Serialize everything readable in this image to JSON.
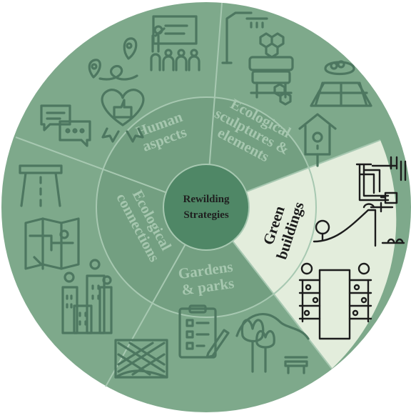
{
  "center": {
    "line1": "Rewilding",
    "line2": "Strategies"
  },
  "segments": [
    {
      "id": "human-aspects",
      "line1": "Human",
      "line2": "aspects",
      "line3": ""
    },
    {
      "id": "ecological-elements",
      "line1": "Ecological",
      "line2": "sculptures &",
      "line3": "elements"
    },
    {
      "id": "green-buildings",
      "line1": "Green",
      "line2": "buildings",
      "line3": "",
      "highlighted": true
    },
    {
      "id": "gardens-parks",
      "line1": "Gardens",
      "line2": "& parks",
      "line3": ""
    },
    {
      "id": "ecological-connections",
      "line1": "Ecological",
      "line2": "connections",
      "line3": ""
    }
  ],
  "colors": {
    "outer_fill": "#7ea98b",
    "inner_fill": "#739f81",
    "center_fill": "#4f8766",
    "highlight_fill": "#e3eddc",
    "line_color": "#a7c8b1",
    "label_color": "#a6c7af",
    "highlight_text": "#1c1c1c"
  },
  "icons": [
    "presentation-board-icon",
    "location-route-icon",
    "heart-thumbs-up-badge-icon",
    "chat-bubbles-icon",
    "street-lamp-icon",
    "bench-with-hexagons-icon",
    "bird-nest-roof-icon",
    "birdhouse-icon",
    "pipes-icon",
    "hill-landscape-icon",
    "vertical-garden-building-icon",
    "trellis-fence-icon",
    "clipboard-checklist-icon",
    "park-bench-trees-icon",
    "highway-bridge-icon",
    "city-map-icon",
    "green-towers-icon"
  ]
}
